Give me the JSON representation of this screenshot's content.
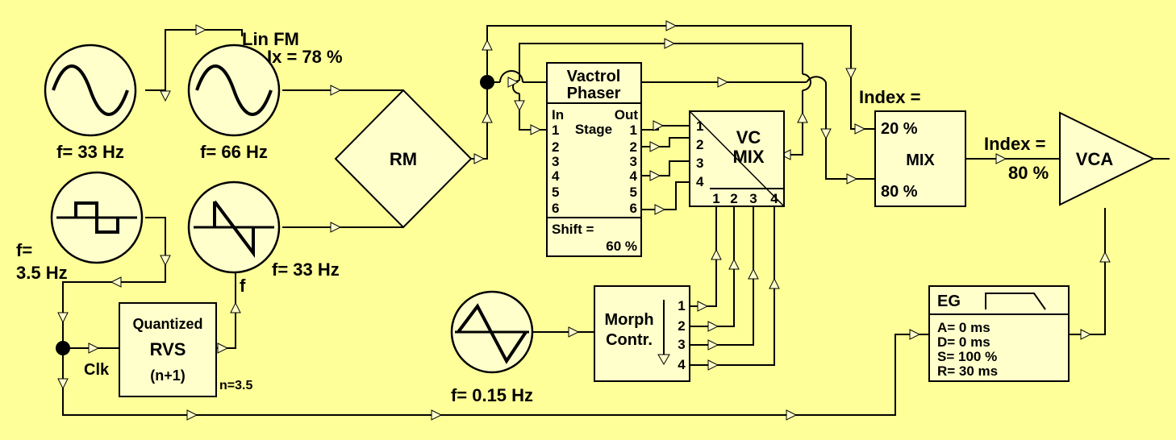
{
  "osc1": {
    "freq": "f= 33 Hz"
  },
  "osc2": {
    "title": "Lin FM",
    "index": "Ix = 78 %",
    "freq": "f= 66 Hz"
  },
  "osc3": {
    "freq_a": "f=",
    "freq_b": "3.5 Hz"
  },
  "osc4": {
    "freq": "f= 33 Hz",
    "input": "f"
  },
  "rm": {
    "label": "RM"
  },
  "rvs": {
    "title": "Quantized",
    "label": "RVS",
    "sub": "(n+1)",
    "n": "n=3.5",
    "clk": "Clk"
  },
  "phaser": {
    "title1": "Vactrol",
    "title2": "Phaser",
    "in": "In",
    "out": "Out",
    "stage": "Stage",
    "numbers": [
      "1",
      "2",
      "3",
      "4",
      "5",
      "6"
    ],
    "shift_label": "Shift =",
    "shift_value": "60 %"
  },
  "vcmix": {
    "title1": "VC",
    "title2": "MIX",
    "inputs": [
      "1",
      "2",
      "3",
      "4"
    ],
    "controls": [
      "1",
      "2",
      "3",
      "4"
    ]
  },
  "mix": {
    "index_label": "Index =",
    "in1": "20 %",
    "label": "MIX",
    "in2": "80 %"
  },
  "vca": {
    "index_label": "Index =",
    "index_value": "80 %",
    "label": "VCA"
  },
  "lfo": {
    "freq": "f= 0.15 Hz"
  },
  "morph": {
    "title1": "Morph",
    "title2": "Contr.",
    "outputs": [
      "1",
      "2",
      "3",
      "4"
    ]
  },
  "eg": {
    "title": "EG",
    "params": [
      "A= 0 ms",
      "D= 0 ms",
      "S= 100 %",
      "R= 30 ms"
    ]
  }
}
